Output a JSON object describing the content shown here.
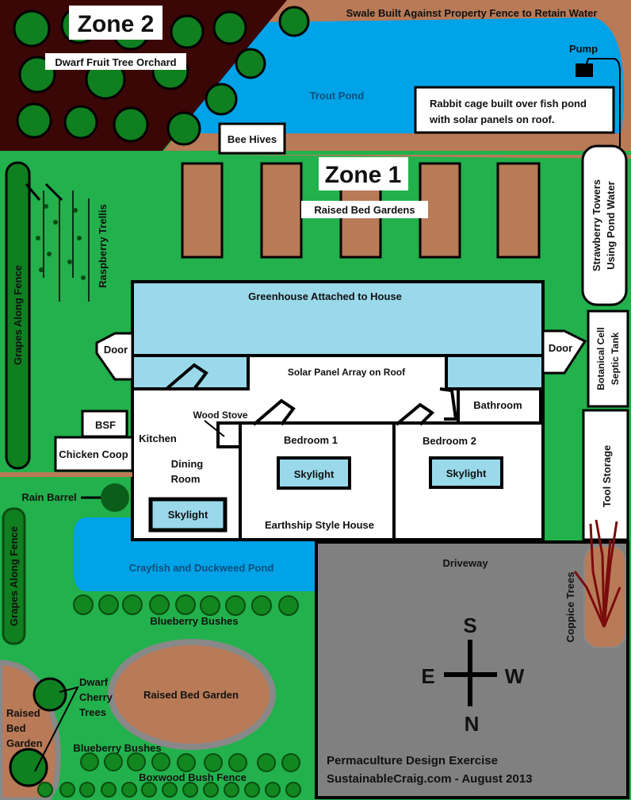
{
  "colors": {
    "grass": "#22b14c",
    "orchard": "#3a0606",
    "soil": "#b97a57",
    "water": "#00a2e8",
    "glass": "#99d9ea",
    "driveway": "#808080",
    "tree": "#0f7f1f"
  },
  "zone2": {
    "title": "Zone 2",
    "orchard": "Dwarf Fruit Tree Orchard"
  },
  "swale": "Swale Built Against Property Fence to Retain Water",
  "pump": "Pump",
  "trout_pond": "Trout Pond",
  "rabbit": {
    "line1": "Rabbit cage built over fish pond",
    "line2": "with solar panels on roof."
  },
  "bee_hives": "Bee Hives",
  "zone1": {
    "title": "Zone 1",
    "beds": "Raised Bed Gardens"
  },
  "strawberry": {
    "line1": "Strawberry Towers",
    "line2": "Using Pond Water"
  },
  "grapes_top": "Grapes Along Fence",
  "raspberry": "Raspberry Trellis",
  "house": {
    "greenhouse": "Greenhouse Attached to House",
    "solar": "Solar Panel Array on Roof",
    "door_left": "Door",
    "door_right": "Door",
    "bathroom": "Bathroom",
    "wood_stove": "Wood Stove",
    "kitchen": "Kitchen",
    "dining1": "Dining",
    "dining2": "Room",
    "bedroom1": "Bedroom 1",
    "bedroom2": "Bedroom 2",
    "skylight": "Skylight",
    "name": "Earthship Style House"
  },
  "septic": {
    "line1": "Botanical Cell",
    "line2": "Septic Tank"
  },
  "tool_storage": "Tool Storage",
  "bsf": "BSF",
  "chicken_coop": "Chicken Coop",
  "rain_barrel": "Rain Barrel",
  "grapes_bottom": "Grapes Along Fence",
  "crayfish_pond": "Crayfish and Duckweed Pond",
  "blueberry": "Blueberry Bushes",
  "raised_bed_garden": "Raised Bed Garden",
  "left_bed": {
    "line1": "Raised",
    "line2": "Bed",
    "line3": "Garden"
  },
  "cherry": {
    "line1": "Dwarf",
    "line2": "Cherry",
    "line3": "Trees"
  },
  "boxwood": "Boxwood Bush Fence",
  "driveway": "Driveway",
  "coppice": "Coppice Trees",
  "compass": {
    "n": "N",
    "s": "S",
    "e": "E",
    "w": "W"
  },
  "credit": {
    "line1": "Permaculture Design Exercise",
    "line2": "SustainableCraig.com - August 2013"
  }
}
